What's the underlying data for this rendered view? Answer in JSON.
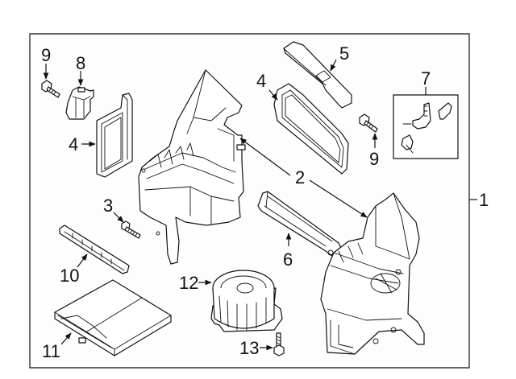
{
  "diagram": {
    "type": "exploded-parts-diagram",
    "subject": "HVAC heater / blower case assembly",
    "assembly_callout": "1",
    "callouts": [
      {
        "id": "c1",
        "label": "1",
        "part": "case assembly (overall)"
      },
      {
        "id": "c2",
        "label": "2",
        "part": "heater/blower case halves"
      },
      {
        "id": "c3",
        "label": "3",
        "part": "screw"
      },
      {
        "id": "c4a",
        "label": "4",
        "part": "filter cover (left)"
      },
      {
        "id": "c4b",
        "label": "4",
        "part": "filter cover (right)"
      },
      {
        "id": "c5",
        "label": "5",
        "part": "duct / seal"
      },
      {
        "id": "c6",
        "label": "6",
        "part": "filter door"
      },
      {
        "id": "c7",
        "label": "7",
        "part": "link kit"
      },
      {
        "id": "c8",
        "label": "8",
        "part": "actuator"
      },
      {
        "id": "c9a",
        "label": "9",
        "part": "screw (left)"
      },
      {
        "id": "c9b",
        "label": "9",
        "part": "screw (right)"
      },
      {
        "id": "c10",
        "label": "10",
        "part": "cabin air filter"
      },
      {
        "id": "c11",
        "label": "11",
        "part": "filter frame"
      },
      {
        "id": "c12",
        "label": "12",
        "part": "blower motor"
      },
      {
        "id": "c13",
        "label": "13",
        "part": "bolt"
      }
    ]
  }
}
